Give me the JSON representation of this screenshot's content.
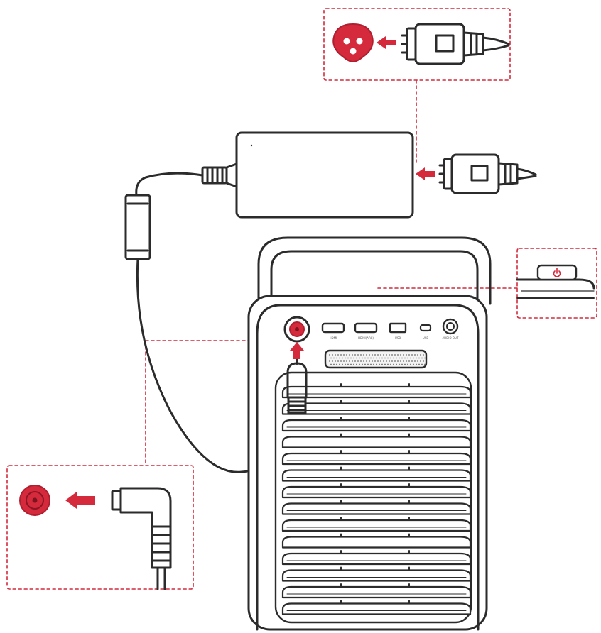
{
  "colors": {
    "accent": "#d42a3c",
    "line": "#2b2b2b",
    "background": "#ffffff"
  },
  "icons": {
    "power": "power-icon",
    "arrow": "arrow-left-icon"
  },
  "ports": [
    {
      "label": "HDMI"
    },
    {
      "label": "HDMI(ARC)"
    },
    {
      "label": "USB"
    },
    {
      "label": "USB"
    },
    {
      "label": "AUDIO OUT"
    }
  ]
}
